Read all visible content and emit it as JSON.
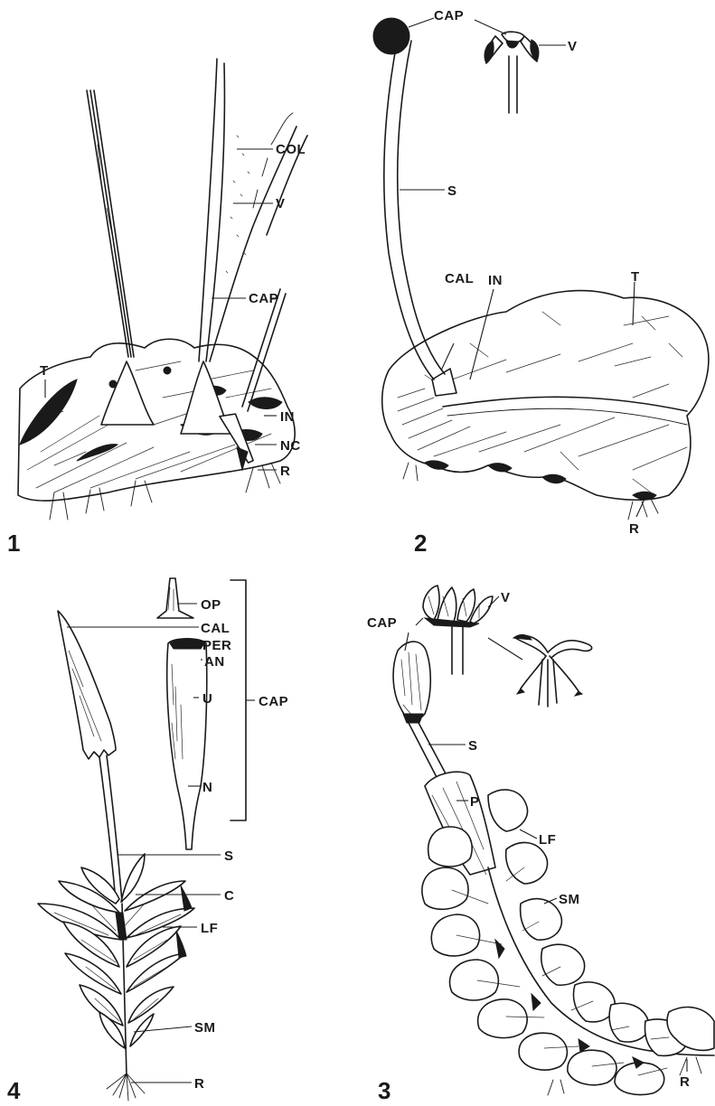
{
  "figures": [
    {
      "number": "1",
      "labels": [
        "COL",
        "V",
        "CAP",
        "T",
        "IN",
        "NC",
        "R"
      ]
    },
    {
      "number": "2",
      "labels": [
        "CAP",
        "V",
        "S",
        "CAL",
        "IN",
        "T",
        "R"
      ]
    },
    {
      "number": "3",
      "labels": [
        "V",
        "CAP",
        "S",
        "P",
        "LF",
        "SM",
        "R"
      ]
    },
    {
      "number": "4",
      "labels": [
        "OP",
        "CAL",
        "PER",
        "AN",
        "CAP",
        "U",
        "N",
        "S",
        "C",
        "LF",
        "SM",
        "R"
      ]
    }
  ]
}
